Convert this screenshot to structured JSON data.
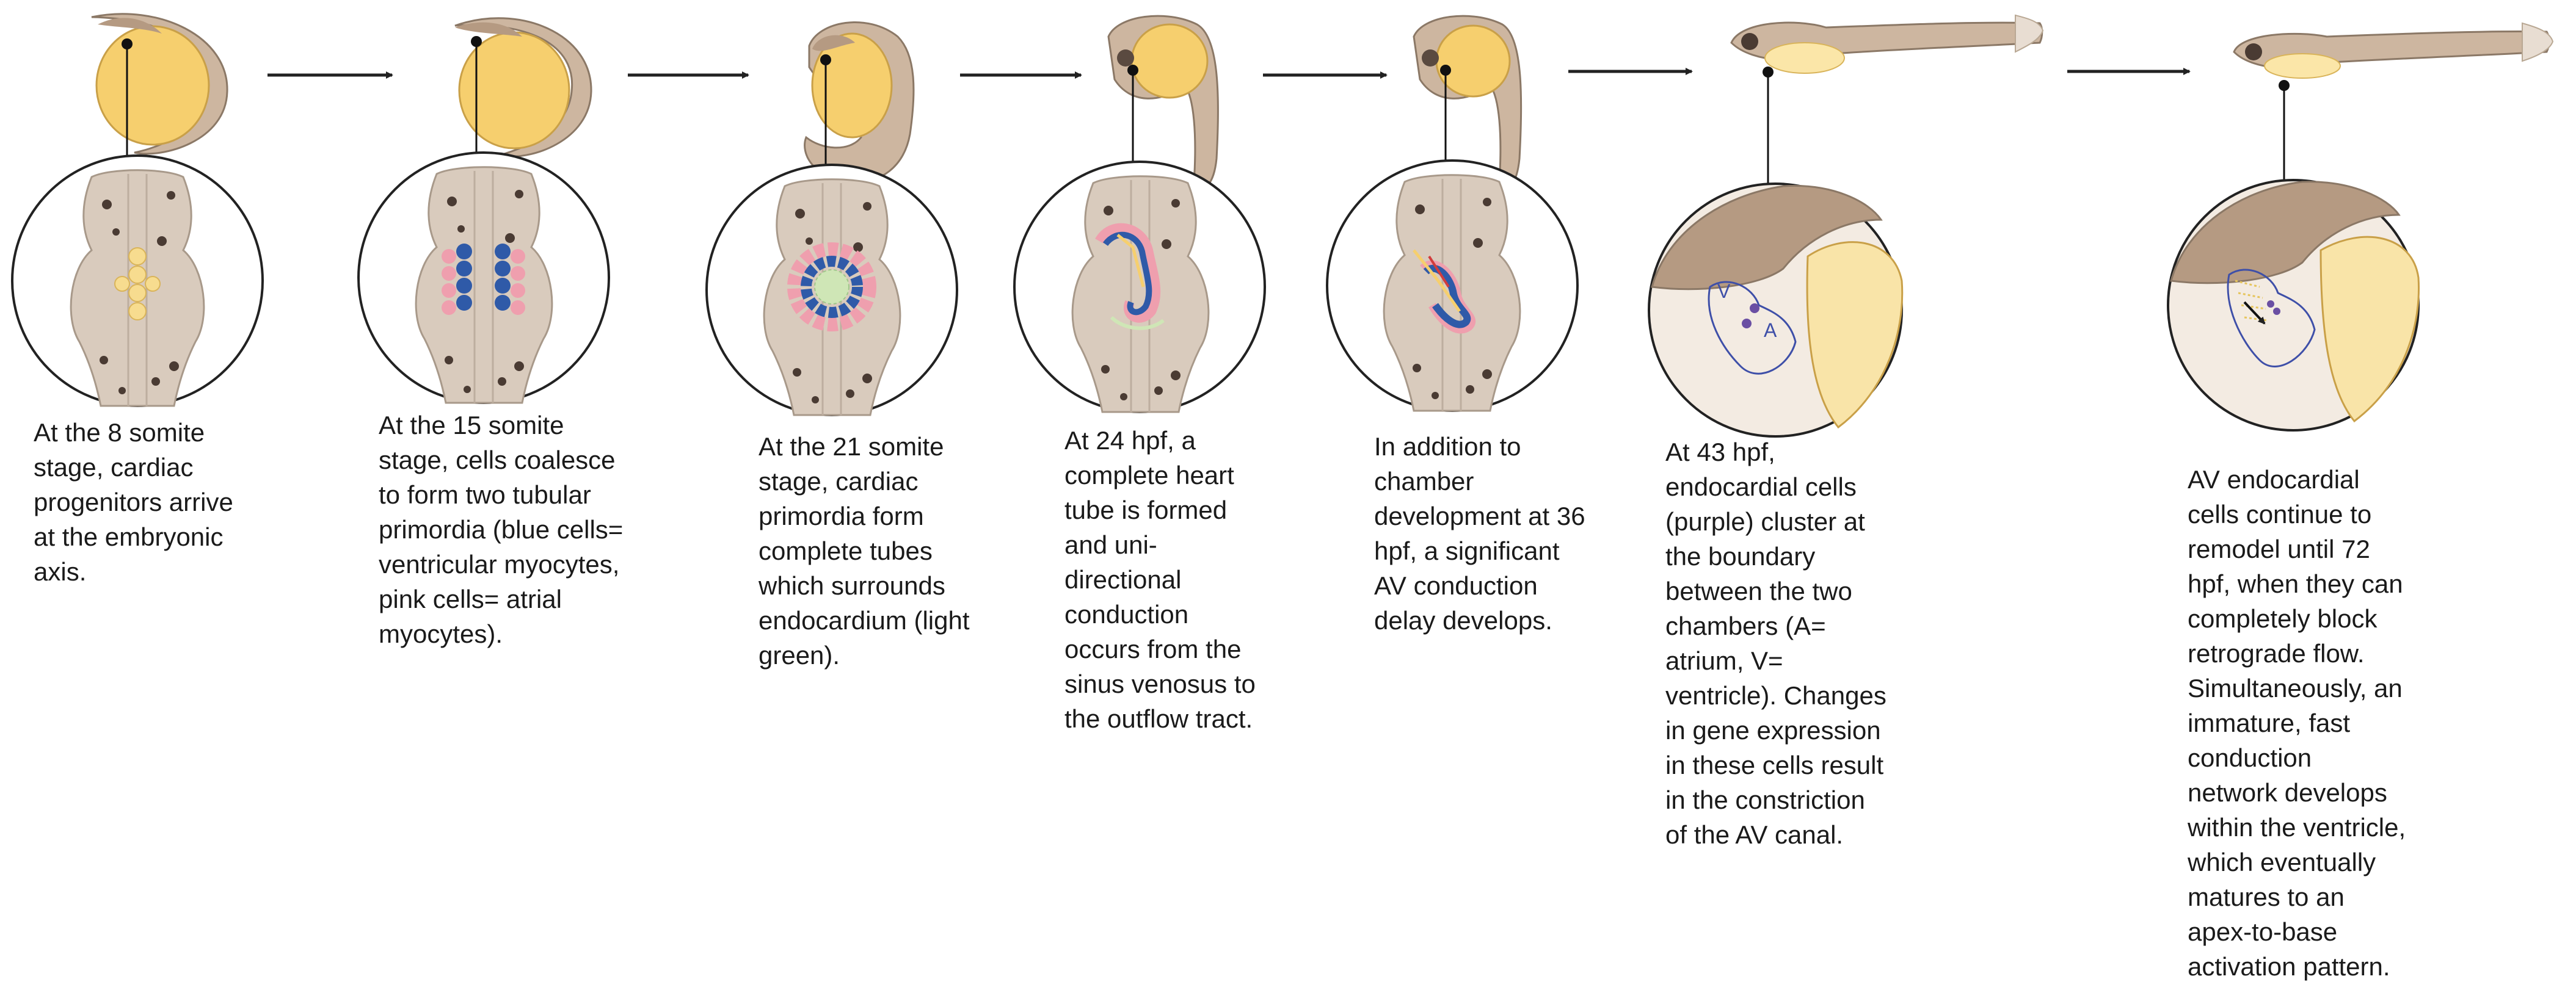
{
  "colors": {
    "yolk": "#f6cf6e",
    "embryo_tan": "#cdb6a0",
    "embryo_outline": "#8b7866",
    "tissue": "#d9cbbd",
    "spot": "#4a3b33",
    "ventricular_myocyte": "#2f5aa8",
    "atrial_myocyte": "#ef9fae",
    "endocardium": "#cfe6b6",
    "endocardial_cell": "#6a4fa3",
    "arrow": "#222222",
    "text": "#1a1a1a"
  },
  "stages": [
    {
      "id": "8-somite",
      "embryo": "somite8",
      "inset": "progenitors",
      "caption": [
        "At the 8 somite",
        "stage, cardiac",
        "progenitors arrive",
        "at the embryonic",
        "axis."
      ]
    },
    {
      "id": "15-somite",
      "embryo": "somite15",
      "inset": "primordia",
      "caption": [
        "At the 15 somite",
        "stage, cells coalesce",
        "to form two tubular",
        "primordia (blue cells=",
        "ventricular myocytes,",
        "pink cells= atrial",
        "myocytes)."
      ]
    },
    {
      "id": "21-somite",
      "embryo": "somite21",
      "inset": "tubes",
      "caption": [
        "At the 21 somite",
        "stage, cardiac",
        "primordia form",
        "complete tubes",
        "which surrounds",
        "endocardium (light",
        "green)."
      ]
    },
    {
      "id": "24-hpf",
      "embryo": "hpf24",
      "inset": "heart_tube",
      "caption": [
        "At 24 hpf, a",
        "complete heart",
        "tube is formed",
        "and uni-",
        "directional",
        "conduction",
        "occurs from the",
        "sinus venosus to",
        "the outflow tract."
      ]
    },
    {
      "id": "36-hpf",
      "embryo": "hpf36",
      "inset": "looping",
      "caption": [
        "In addition to",
        "chamber",
        "development at 36",
        "hpf, a significant",
        "AV conduction",
        "delay develops."
      ]
    },
    {
      "id": "43-hpf",
      "embryo": "larva",
      "inset": "chambers",
      "caption": [
        "At 43 hpf,",
        "endocardial cells",
        "(purple) cluster at",
        "the boundary",
        "between the two",
        "chambers (A=",
        "atrium, V=",
        "ventricle). Changes",
        "in gene expression",
        "in these cells result",
        "in the constriction",
        "of the AV canal."
      ]
    },
    {
      "id": "72-hpf",
      "embryo": "larva",
      "inset": "network",
      "caption": [
        "AV endocardial",
        "cells continue to",
        "remodel until 72",
        "hpf, when they can",
        "completely block",
        "retrograde flow.",
        "Simultaneously, an",
        "immature, fast",
        "conduction",
        "network develops",
        "within the ventricle,",
        "which eventually",
        "matures to an",
        "apex-to-base",
        "activation pattern."
      ]
    }
  ],
  "inset_labels": {
    "ventricle": "V",
    "atrium": "A"
  }
}
